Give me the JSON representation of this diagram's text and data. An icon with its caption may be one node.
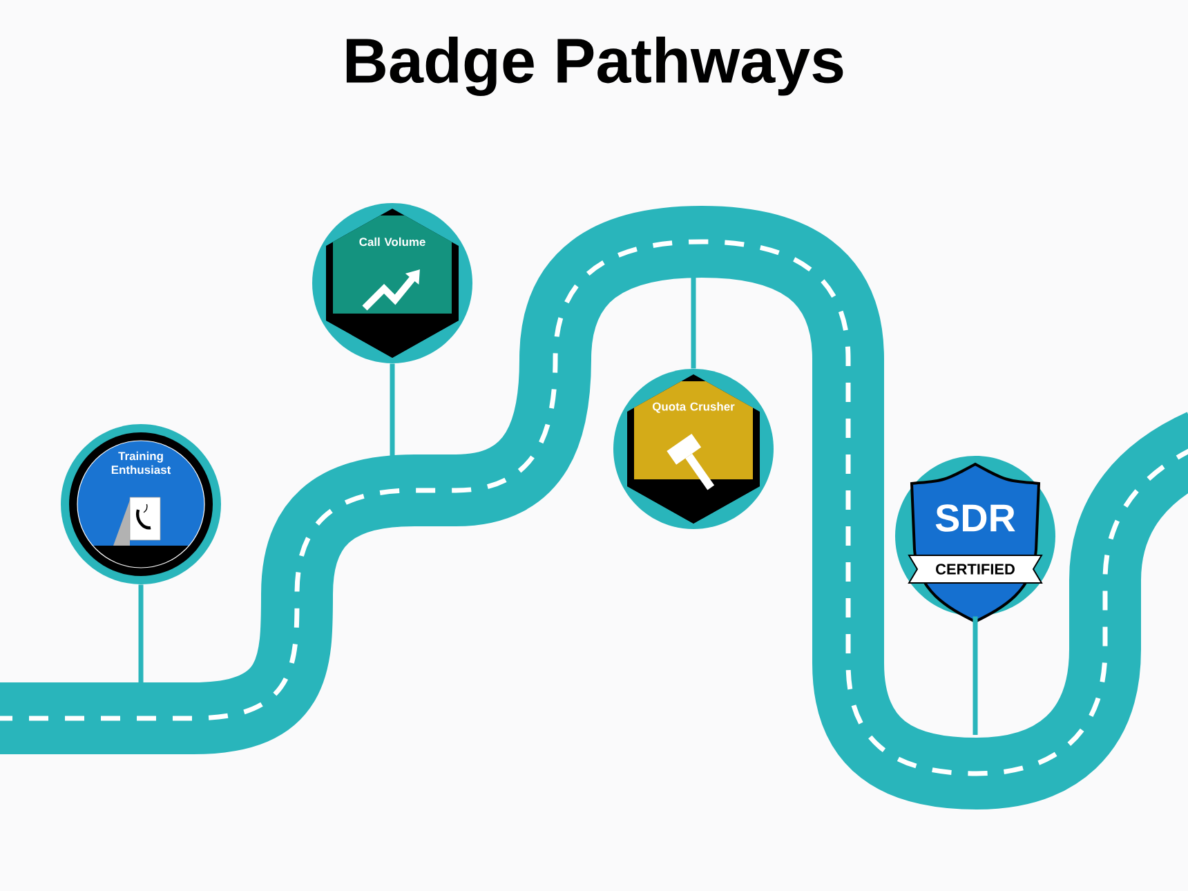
{
  "diagram": {
    "title": "Badge Pathways",
    "nodes": [
      {
        "text": [
          "Training Enthusiast"
        ]
      },
      {
        "text": [
          "Call Volume"
        ]
      },
      {
        "text": [
          "Quota Crusher"
        ]
      },
      {
        "text": [
          "SDR",
          "CERTIFIED"
        ]
      }
    ],
    "edges": [
      {
        "from": 0,
        "to": null,
        "arrow": "none"
      },
      {
        "from": 1,
        "to": null,
        "arrow": "none"
      },
      {
        "from": 2,
        "to": null,
        "arrow": "none"
      },
      {
        "from": 3,
        "to": null,
        "arrow": "none"
      }
    ]
  }
}
